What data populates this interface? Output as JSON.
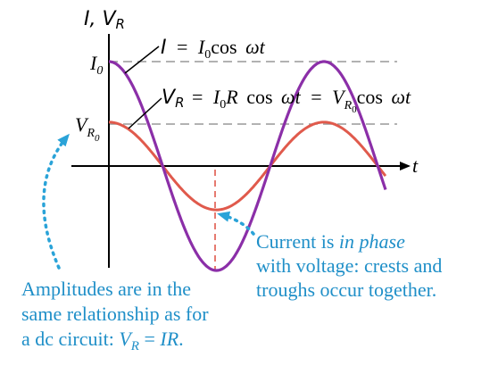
{
  "colors": {
    "current": "#8b2fa8",
    "voltage": "#e05a4c",
    "axis": "#000000",
    "dashed": "#999999",
    "caption": "#1f8fc8",
    "callout_arrow": "#2aa3d8",
    "crosshair": "#e05a4c"
  },
  "axes": {
    "y_label": "I, V",
    "y_label_sub": "R",
    "x_label": "t"
  },
  "levels": {
    "current_label": "I",
    "current_label_sub": "0",
    "voltage_label": "V",
    "voltage_label_sub": "R",
    "voltage_label_subsub": "0"
  },
  "equations": {
    "current": {
      "lhs": "I",
      "eq": "=",
      "a": "I",
      "a_sub": "0",
      "trig": "cos",
      "arg": "ωt"
    },
    "voltage": {
      "lhs": "V",
      "lhs_sub": "R",
      "eq": "=",
      "a": "I",
      "a_sub": "0",
      "b": "R",
      "trig": "cos",
      "arg": "ωt",
      "eq2": "=",
      "c": "V",
      "c_sub": "R",
      "c_subsub": "0",
      "trig2": "cos",
      "arg2": "ωt"
    }
  },
  "captions": {
    "right": [
      "Current is ",
      "in phase",
      "with voltage: crests and",
      "troughs occur together."
    ],
    "left": [
      "Amplitudes are in the",
      "same relationship as for",
      "a dc circuit: ",
      "V",
      "R",
      " = ",
      "IR",
      "."
    ]
  },
  "curves": {
    "current_amplitude": 1.0,
    "voltage_amplitude": 0.42,
    "phase_difference": 0
  }
}
